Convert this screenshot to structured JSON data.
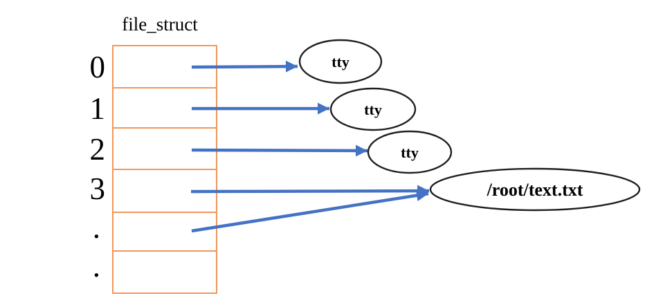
{
  "diagram": {
    "title": "file_struct",
    "table": {
      "row_labels": [
        "0",
        "1",
        "2",
        "3",
        ".",
        "."
      ]
    },
    "nodes": [
      {
        "label": "tty"
      },
      {
        "label": "tty"
      },
      {
        "label": "tty"
      },
      {
        "label": "/root/text.txt"
      }
    ],
    "colors": {
      "table_border": "#F0965A",
      "arrow": "#4472C4",
      "node_stroke": "#1F1F1F",
      "text": "#000000",
      "background": "#FFFFFF"
    }
  }
}
